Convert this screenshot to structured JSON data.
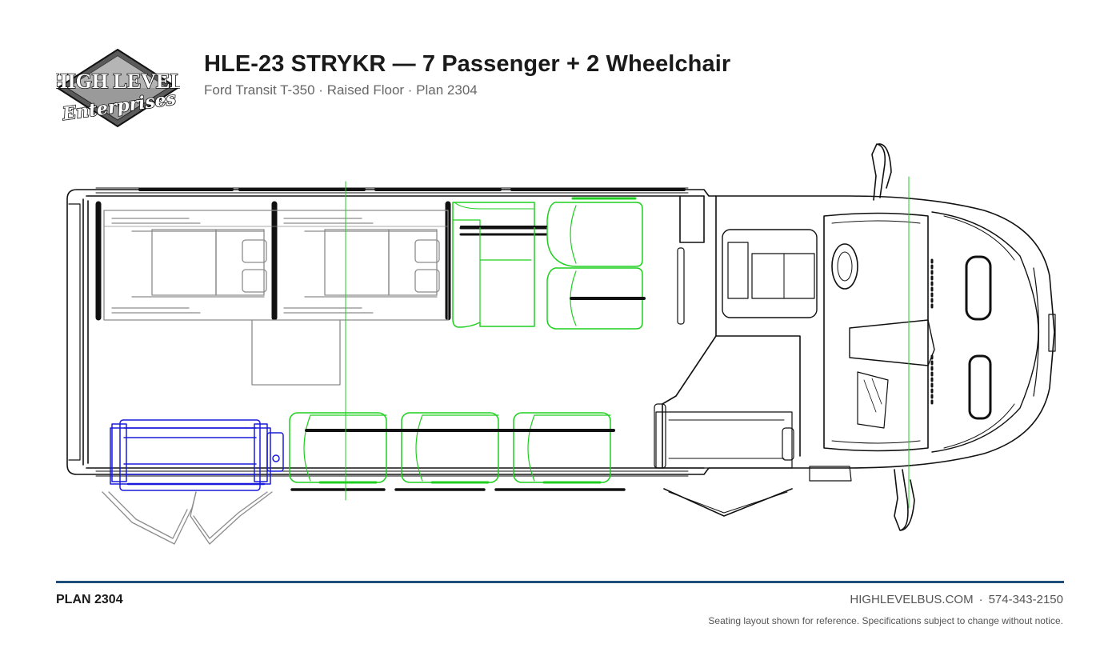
{
  "header": {
    "title": "HLE-23 STRYKR — 7 Passenger + 2 Wheelchair",
    "subtitle": "Ford Transit T-350 · Raised Floor · Plan 2304"
  },
  "logo": {
    "line1": "HIGH LEVEL",
    "line2": "Enterprises"
  },
  "footer": {
    "plan_label": "PLAN 2304",
    "website": "HIGHLEVELBUS.COM",
    "separator": "·",
    "phone": "574-343-2150",
    "disclaimer": "Seating layout shown for reference. Specifications subject to change without notice."
  },
  "colors": {
    "rule": "#1e4f7a",
    "passenger_seats": "#1fcf1f",
    "wheelchair_lift": "#1a1adb",
    "wheelchair_positions": "#8c8c8c",
    "body_outline": "#111111"
  }
}
